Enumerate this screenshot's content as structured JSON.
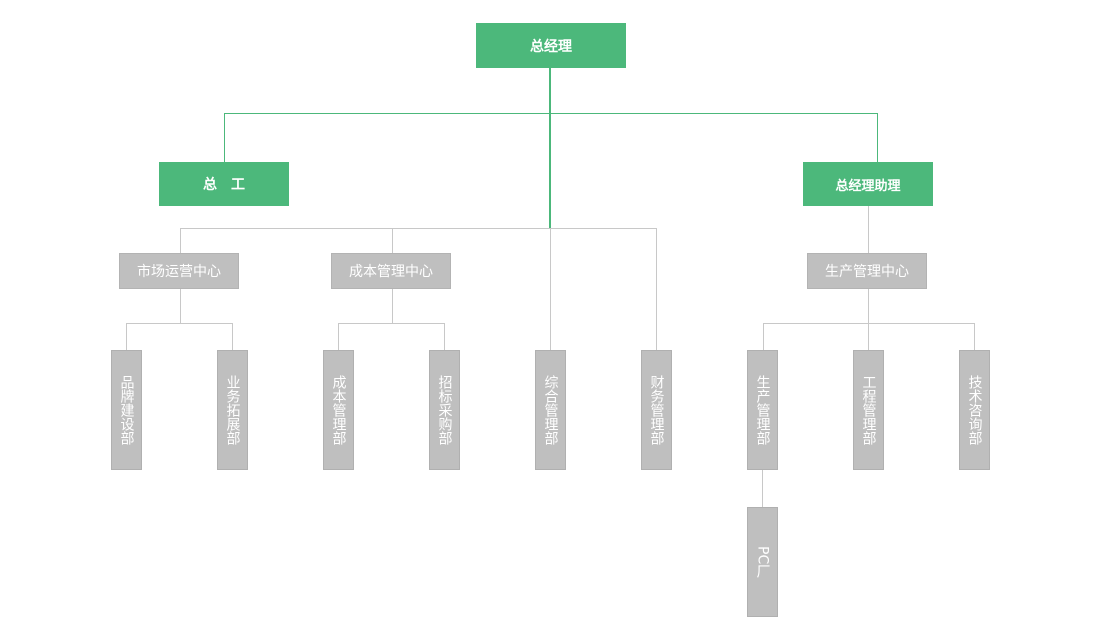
{
  "colors": {
    "accent_green": "#4cb87b",
    "node_gray": "#bfbfbf",
    "connector_gray": "#c8c8c8"
  },
  "org_chart": {
    "root": {
      "label": "总经理"
    },
    "level1": [
      {
        "label": "总　工"
      },
      {
        "label": "总经理助理"
      }
    ],
    "centers": [
      {
        "label": "市场运营中心"
      },
      {
        "label": "成本管理中心"
      },
      {
        "label": "生产管理中心"
      }
    ],
    "departments": [
      {
        "label": "品牌建设部"
      },
      {
        "label": "业务拓展部"
      },
      {
        "label": "成本管理部"
      },
      {
        "label": "招标采购部"
      },
      {
        "label": "综合管理部"
      },
      {
        "label": "财务管理部"
      },
      {
        "label": "生产管理部"
      },
      {
        "label": "工程管理部"
      },
      {
        "label": "技术咨询部"
      }
    ],
    "sub_units": [
      {
        "label": "PC厂"
      }
    ]
  }
}
